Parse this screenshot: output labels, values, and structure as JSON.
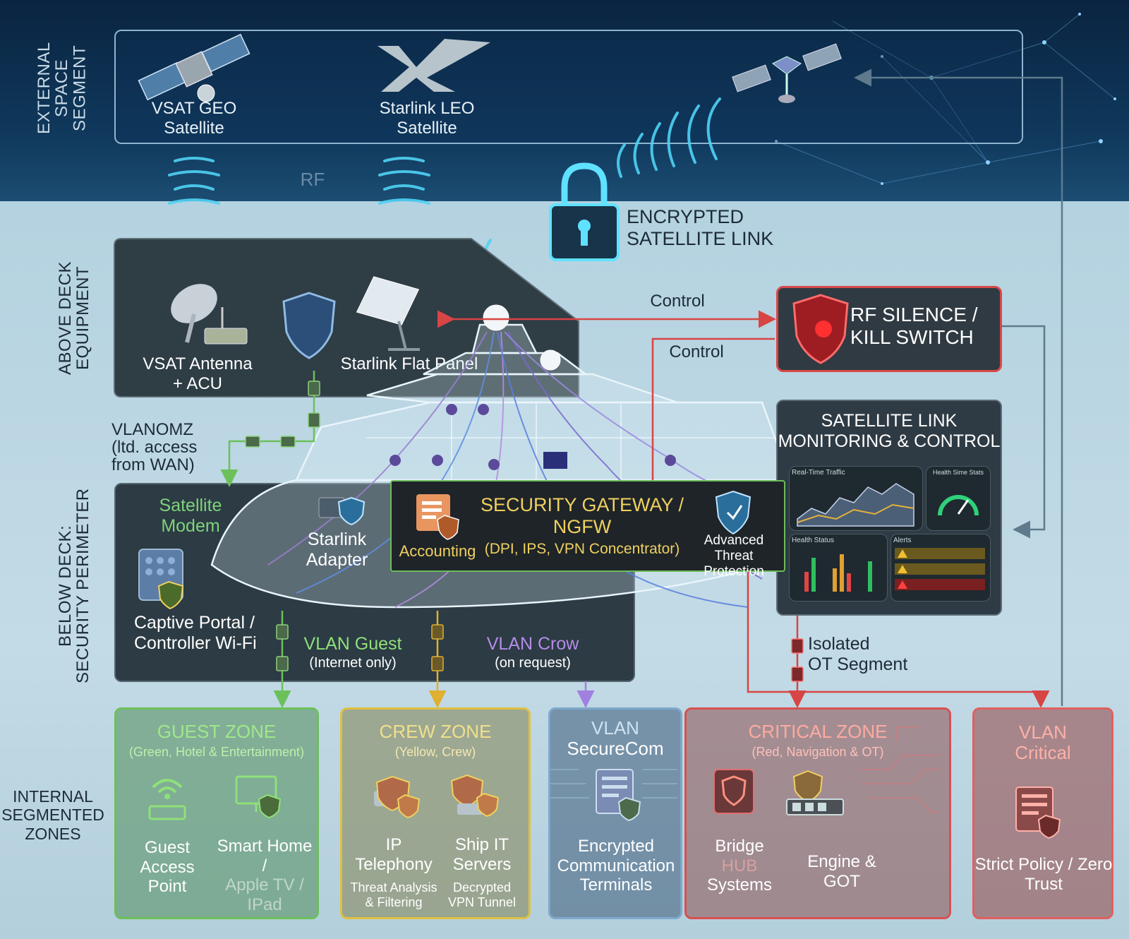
{
  "segments": {
    "external": "EXTERNAL SPACE SEGMENT",
    "above": "ABOVE DECK EQUIPMENT",
    "below": "BELOW DECK: SECURITY PERIMETER",
    "internal": "INTERNAL SEGMENTED ZONES"
  },
  "space": {
    "vsat_geo": "VSAT GEO Satellite",
    "starlink_leo": "Starlink LEO Satellite",
    "rf": "RF"
  },
  "encrypted": {
    "line1": "ENCRYPTED",
    "line2": "SATELLITE LINK"
  },
  "above": {
    "vsat_antenna": "VSAT Antenna + ACU",
    "starlink_panel": "Starlink Flat Panel"
  },
  "control_labels": {
    "control1": "Control",
    "control2": "Control"
  },
  "kill_switch": {
    "line1": "RF SILENCE /",
    "line2": "KILL SWITCH"
  },
  "monitoring": {
    "title1": "SATELLITE LINK",
    "title2": "MONITORING & CONTROL",
    "realtime": "Real-Time Traffic",
    "health_stats": "Health Sime Stats",
    "health_status": "Health Status",
    "alerts": "Alerts"
  },
  "vlan_dmz": {
    "line1": "VLANOMZ",
    "line2": "(ltd. access",
    "line3": "from WAN)"
  },
  "below": {
    "satellite_modem": "Satellite Modem",
    "captive_portal": "Captive Portal / Controller Wi-Fi",
    "starlink_adapter": "Starlink Adapter",
    "accounting": "Accounting",
    "gateway_title1": "SECURITY GATEWAY /",
    "gateway_title2": "NGFW",
    "gateway_sub": "(DPI, IPS, VPN Concentrator)",
    "atp": "Advanced Threat Protection",
    "vlan_guest": "VLAN Guest",
    "vlan_guest_sub": "(Internet only)",
    "vlan_crow": "VLAN Crow",
    "vlan_crow_sub": "(on request)",
    "isolated1": "Isolated",
    "isolated2": "OT Segment"
  },
  "zones": {
    "guest": {
      "title": "GUEST ZONE",
      "sub": "(Green, Hotel & Entertainment)",
      "item1": "Guest Access Point",
      "item2a": "Smart Home /",
      "item2b": "Apple TV / IPad"
    },
    "crew": {
      "title": "CREW ZONE",
      "sub": "(Yellow, Crew)",
      "item1": "IP Telephony",
      "item1sub": "Threat Analysis & Filtering",
      "item2": "Ship IT Servers",
      "item2sub": "Decrypted VPN Tunnel"
    },
    "securecom": {
      "title1": "VLAN",
      "title2": "SecureCom",
      "item": "Encrypted Communication Terminals"
    },
    "critical": {
      "title": "CRITICAL ZONE",
      "sub": "(Red, Navigation & OT)",
      "item1a": "Bridge",
      "item1b": "HUB",
      "item1c": "Systems",
      "item2": "Engine & GOT"
    },
    "vlan_critical": {
      "title1": "VLAN",
      "title2": "Critical",
      "item": "Strict Policy / Zero Trust"
    }
  }
}
